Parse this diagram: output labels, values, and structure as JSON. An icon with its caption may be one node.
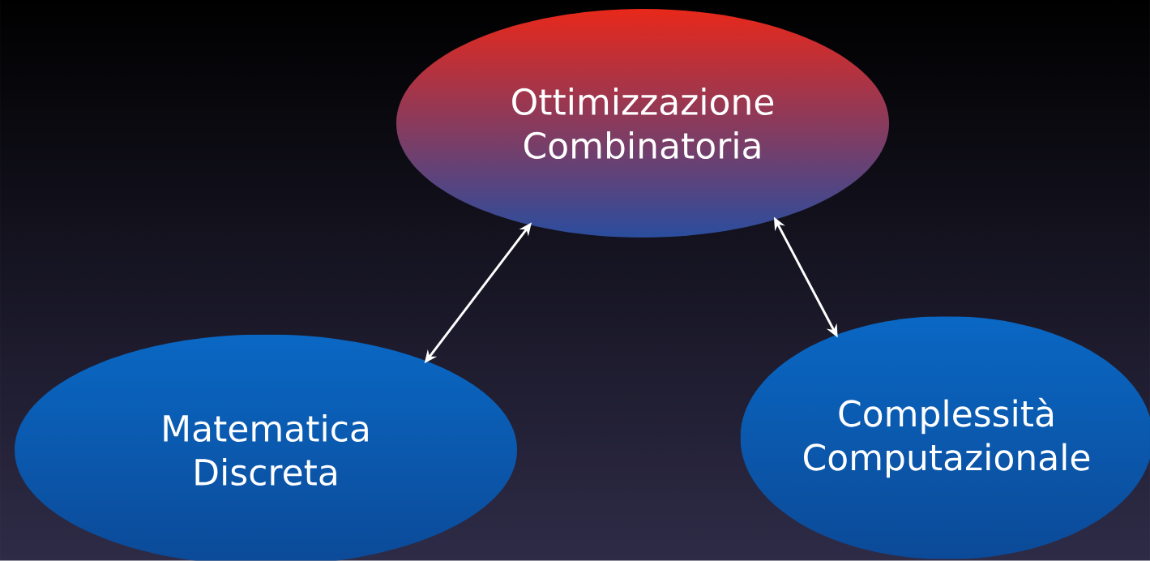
{
  "diagram": {
    "nodes": [
      {
        "text": [
          "Ottimizzazione Combinatoria"
        ]
      },
      {
        "text": [
          "Matematica Discreta"
        ]
      },
      {
        "text": [
          "Complessità Computazionale"
        ]
      }
    ],
    "edges": [
      {
        "from": 0,
        "to": 1,
        "arrow": "both"
      },
      {
        "from": 0,
        "to": 2,
        "arrow": "both"
      }
    ]
  }
}
